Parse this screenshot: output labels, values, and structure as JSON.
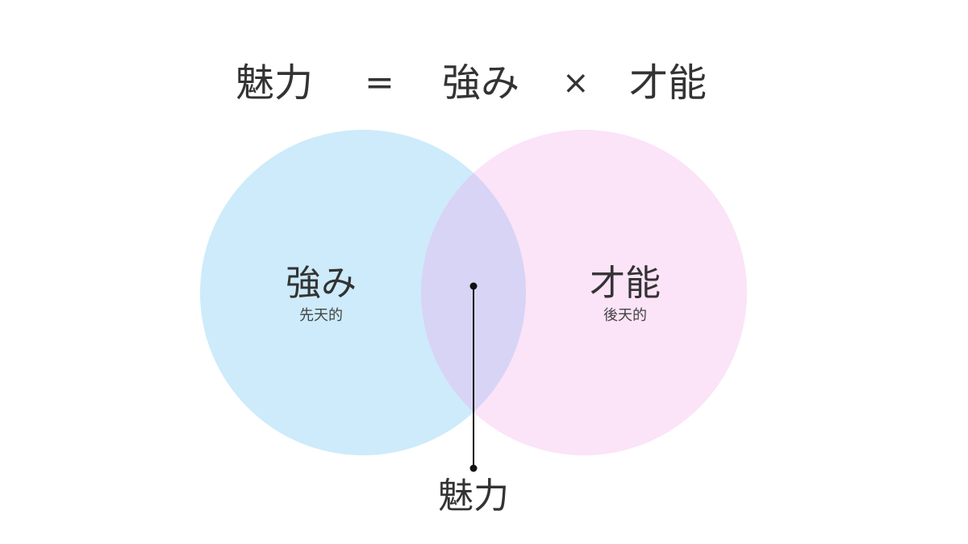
{
  "equation": {
    "lhs": "魅力",
    "equals": "=",
    "term1": "強み",
    "operator": "×",
    "term2": "才能"
  },
  "venn": {
    "left": {
      "title": "強み",
      "subtitle": "先天的",
      "color": "#cdebfa"
    },
    "right": {
      "title": "才能",
      "subtitle": "後天的",
      "color": "#fbe3f8"
    },
    "overlap_color": "#d8d4f5",
    "intersection_label": "魅力"
  }
}
